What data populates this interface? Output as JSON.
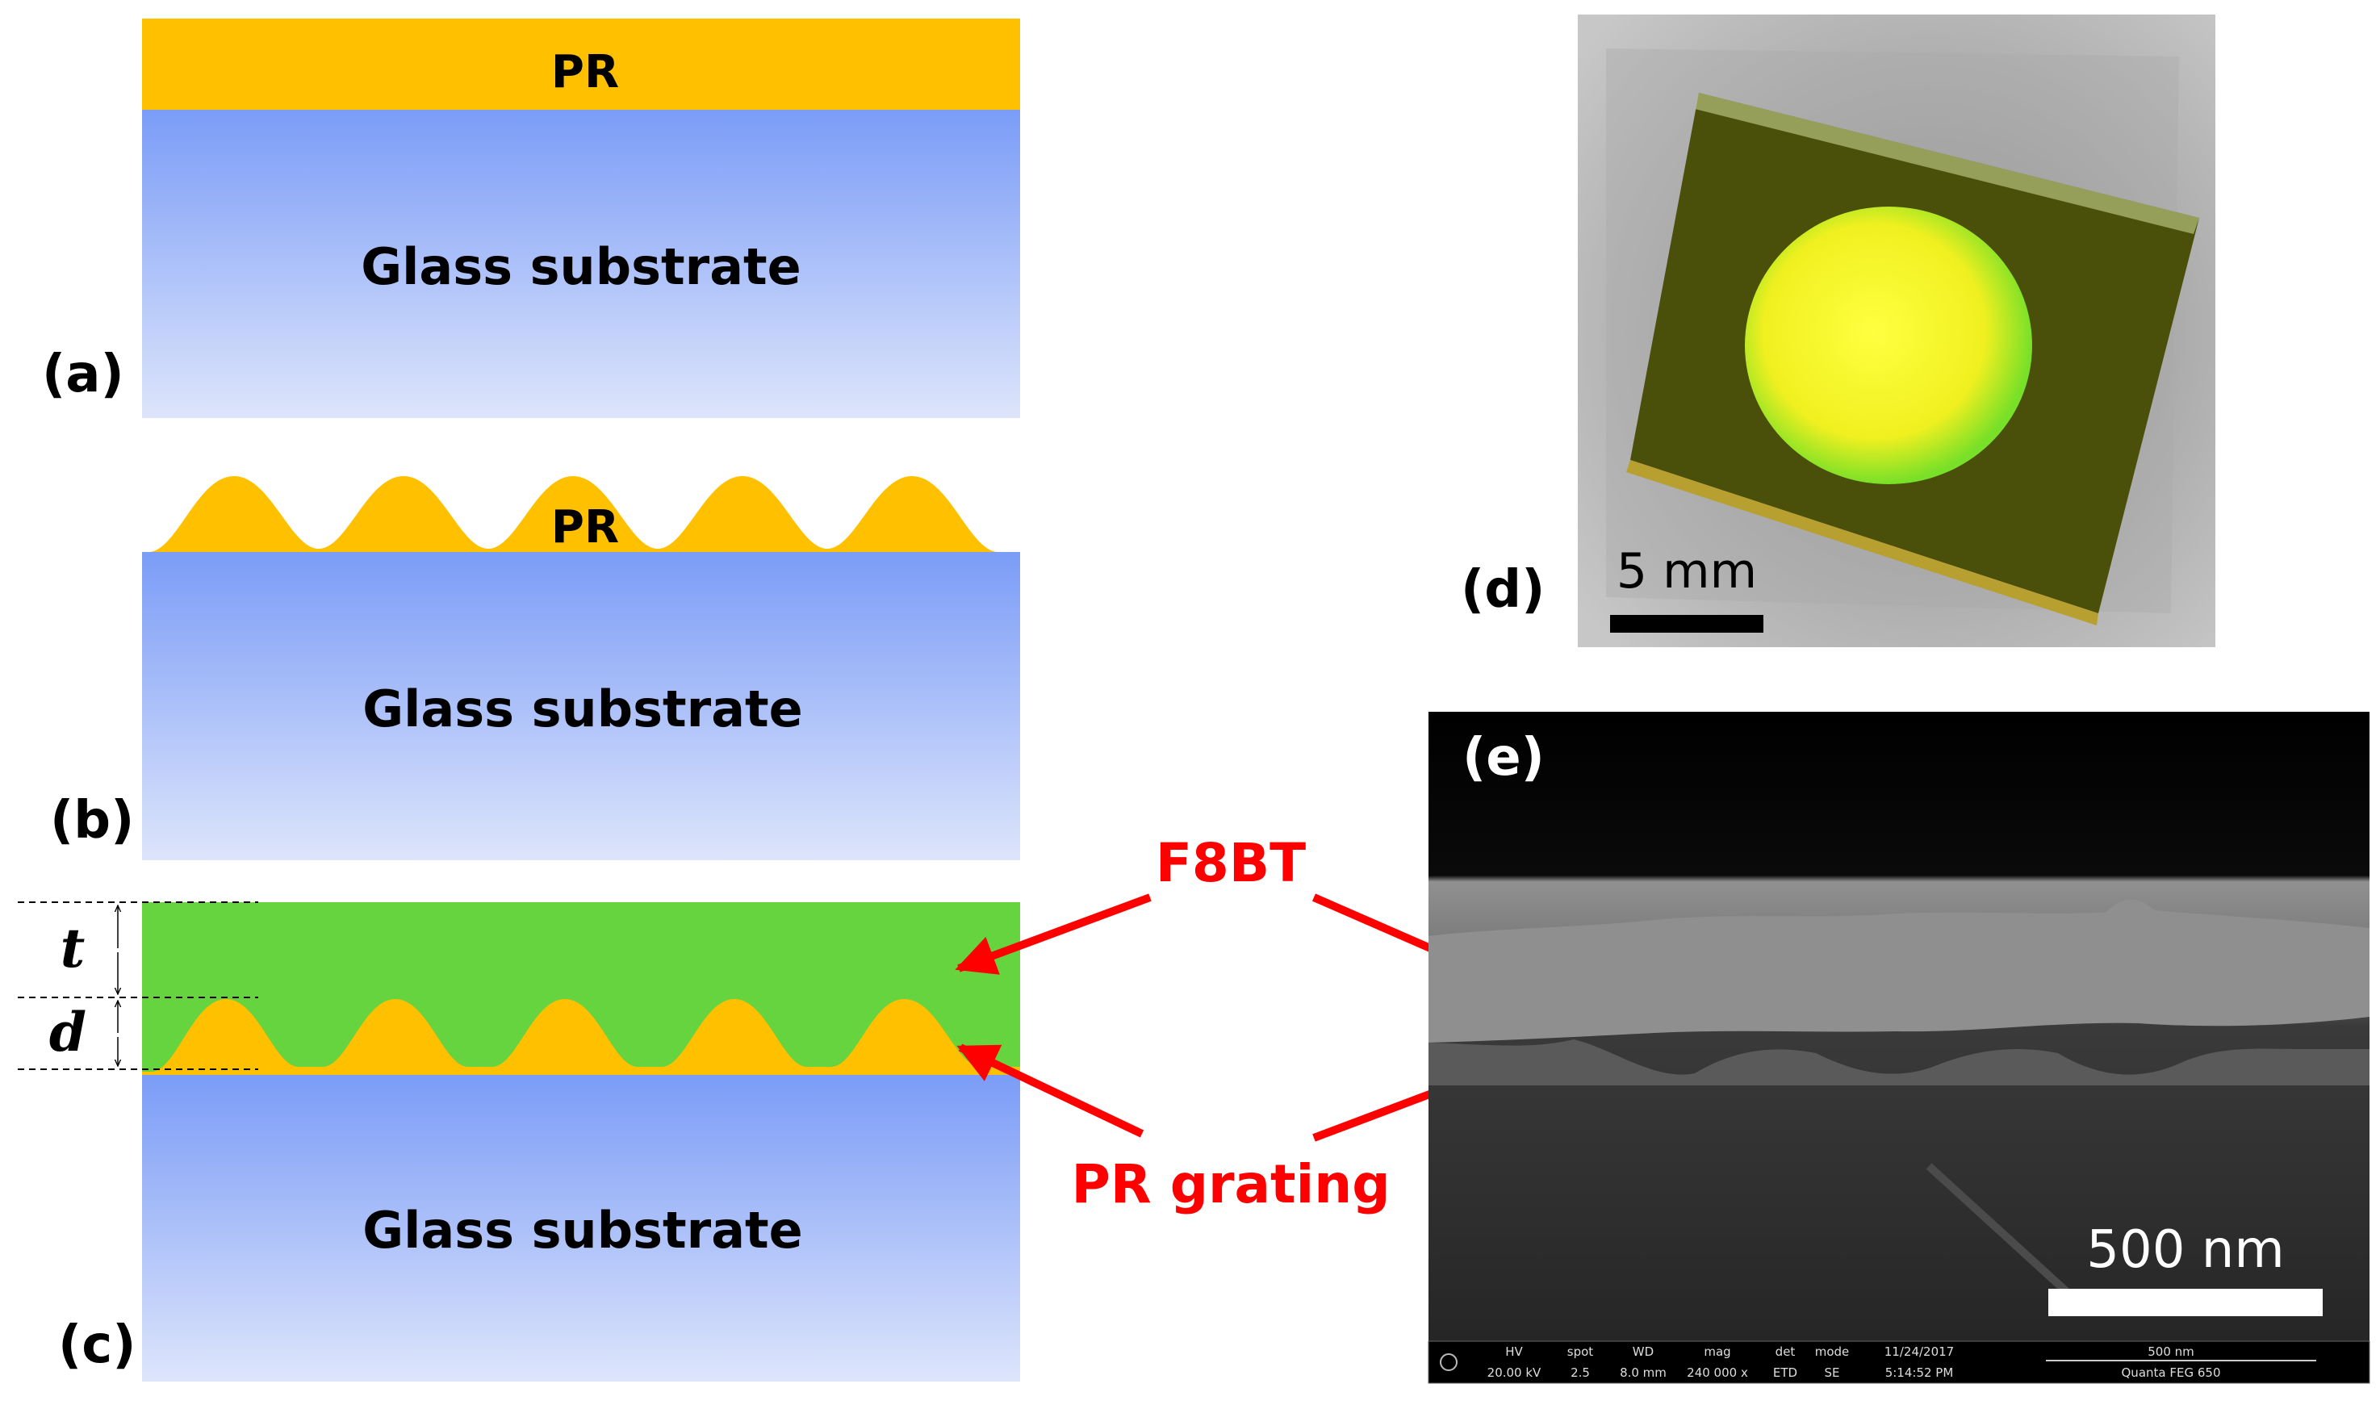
{
  "panels": {
    "a": {
      "label": "(a)",
      "pr_text": "PR",
      "substrate_text": "Glass substrate"
    },
    "b": {
      "label": "(b)",
      "pr_text": "PR",
      "substrate_text": "Glass substrate"
    },
    "c": {
      "label": "(c)",
      "substrate_text": "Glass substrate",
      "dim_t": "t",
      "dim_d": "d"
    },
    "d": {
      "label": "(d)",
      "scale_text": "5 mm"
    },
    "e": {
      "label": "(e)",
      "scale_text": "500 nm",
      "info_bar": {
        "headers": [
          "HV",
          "spot",
          "WD",
          "mag",
          "det",
          "mode",
          "11/24/2017",
          "500 nm"
        ],
        "values": [
          "20.00 kV",
          "2.5",
          "8.0 mm",
          "240 000 x",
          "ETD",
          "SE",
          "5:14:52 PM",
          "Quanta FEG 650"
        ]
      }
    }
  },
  "annotations": {
    "f8bt": "F8BT",
    "pr_grating": "PR grating"
  },
  "colors": {
    "pr": "#ffc000",
    "f8bt": "#66d43f",
    "glass_top": "#7b9cf7",
    "glass_bottom": "#dce4fb",
    "arrow": "#ff0000"
  }
}
